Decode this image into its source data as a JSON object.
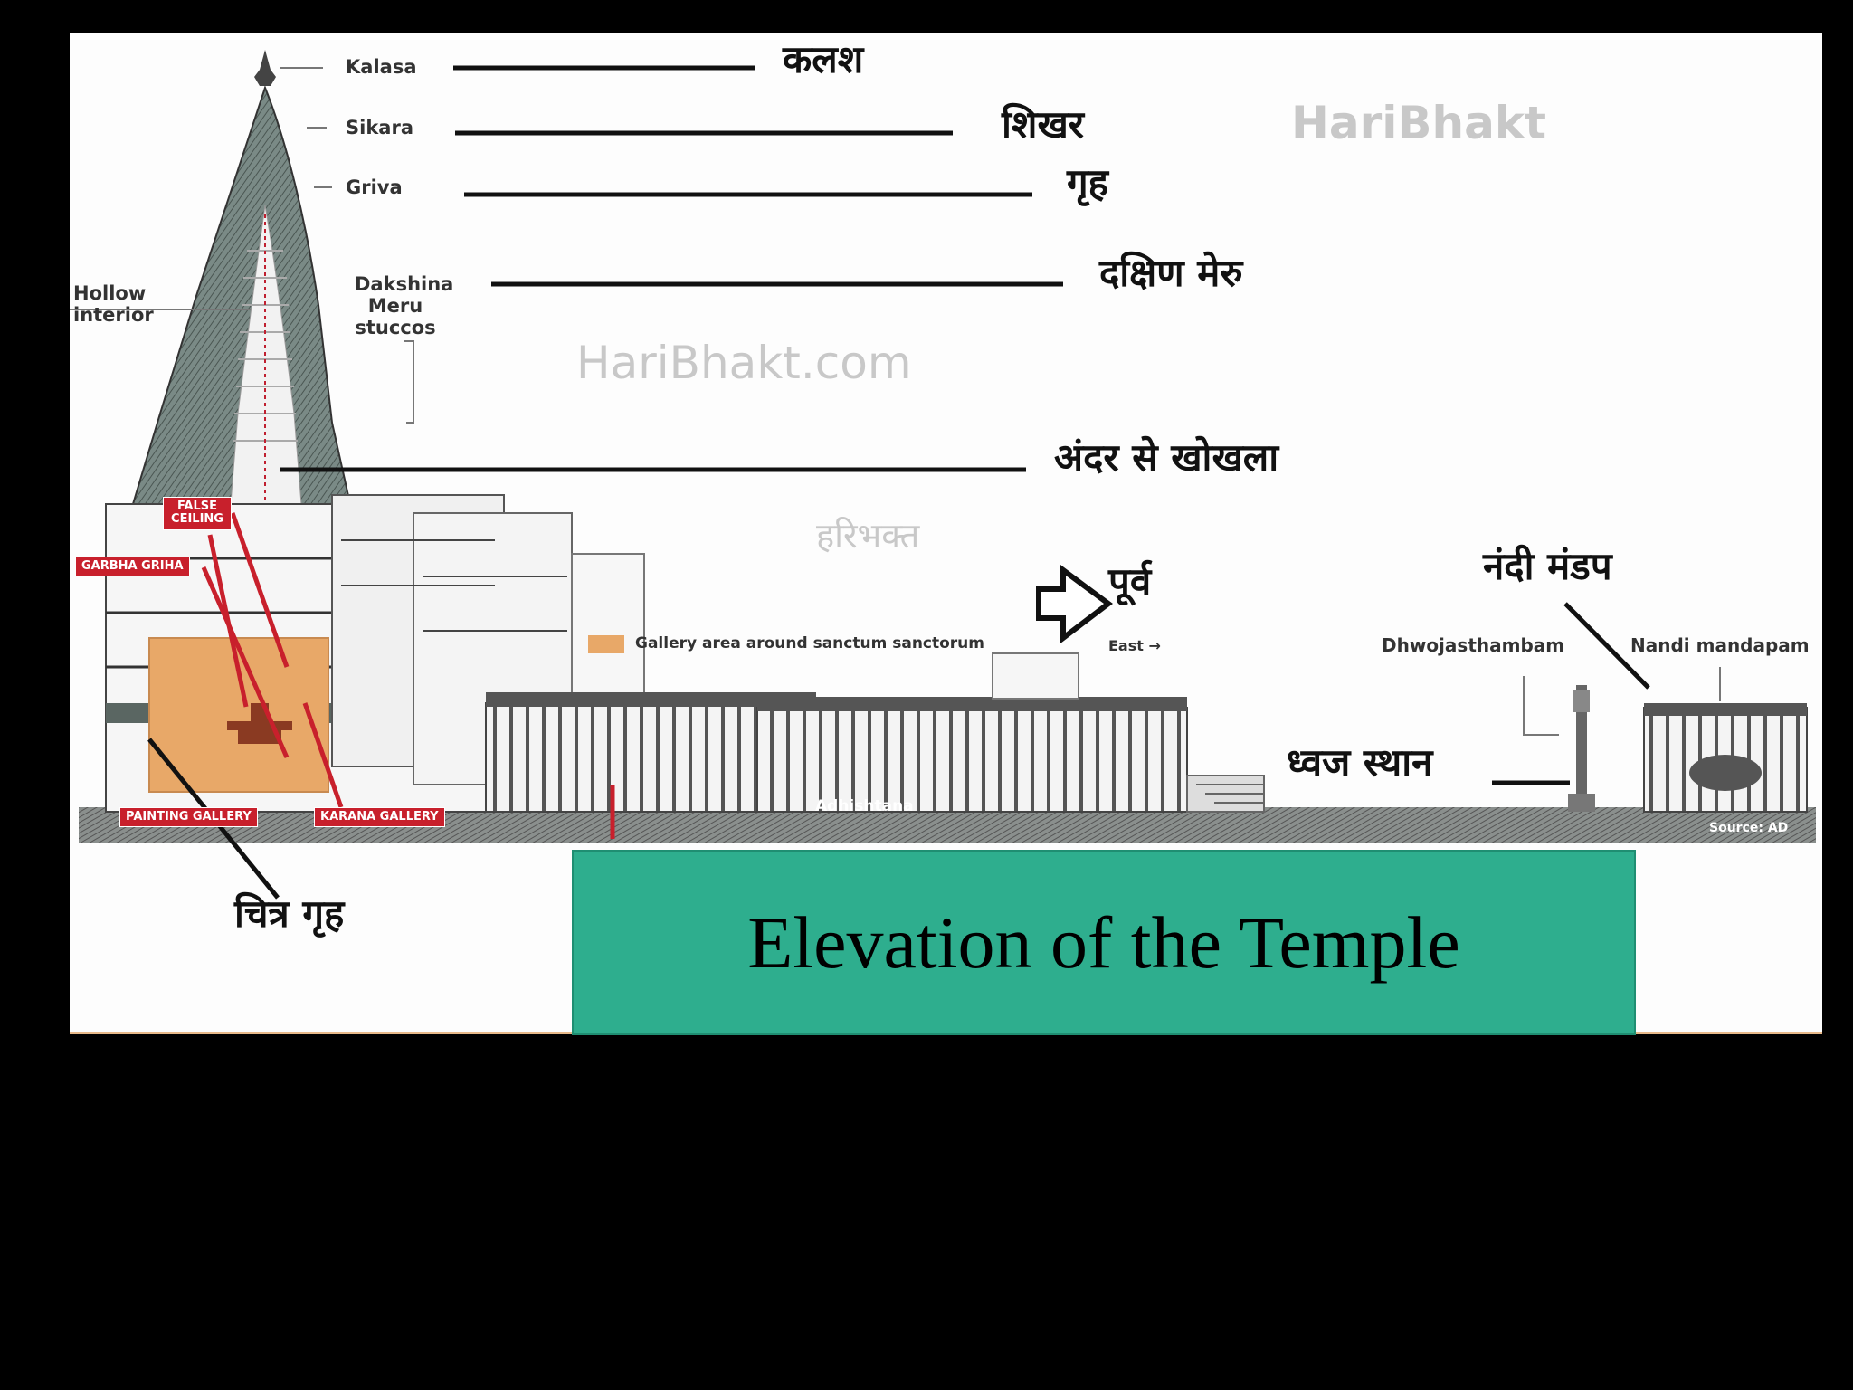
{
  "figure": {
    "english_labels": {
      "kalasa": "Kalasa",
      "sikara": "Sikara",
      "griva": "Griva",
      "dakshina_meru": "Dakshina Meru stuccos",
      "hollow_interior": "Hollow interior",
      "gallery_legend": "Gallery area around sanctum sanctorum",
      "east": "East →",
      "dhwajasthambam": "Dhwojasthambam",
      "nandi_mandapam": "Nandi mandapam",
      "adhishtana": "Adhishtana",
      "source": "Source: AD"
    },
    "hindi_labels": {
      "kalash": "कलश",
      "shikhar": "शिखर",
      "grih": "गृह",
      "dakshin_meru": "दक्षिण मेरु",
      "hollow": "अंदर से खोखला",
      "purv": "पूर्व",
      "nandi_mandap": "नंदी मंडप",
      "dhwaj_sthan": "ध्वज स्थान",
      "chitra_grih": "चित्र गृह"
    },
    "red_tags": {
      "false_ceiling": "FALSE CEILING",
      "garbha_griha": "GARBHA GRIHA",
      "painting_gallery": "PAINTING GALLERY",
      "karana_gallery": "KARANA GALLERY"
    },
    "watermarks": {
      "top": "HariBhakt",
      "center": "HariBhakt.com",
      "hindi": "हरिभक्त"
    }
  },
  "caption": {
    "text": "Elevation of the Temple",
    "background_color": "#2eae8e"
  },
  "colors": {
    "page_background": "#000000",
    "panel_background": "#fdfdfd",
    "gallery_orange": "#e8a868",
    "tag_red": "#c8202c"
  }
}
